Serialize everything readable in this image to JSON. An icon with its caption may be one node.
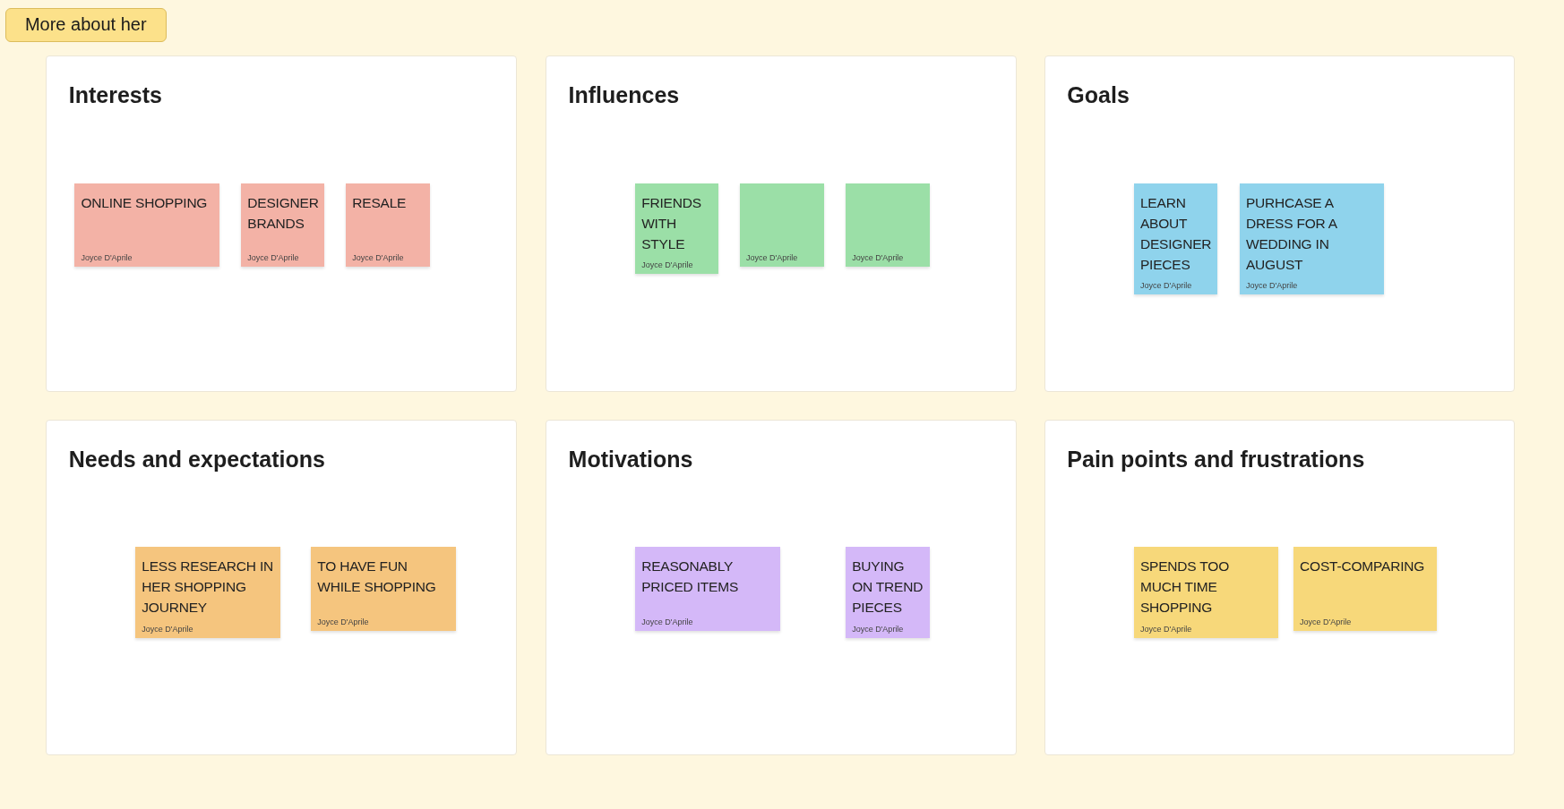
{
  "diagram": {
    "nodes": [
      {
        "text": [
          "More about her"
        ]
      },
      {
        "text": [
          "Interests"
        ]
      },
      {
        "text": [
          "ONLINE SHOPPING",
          "Joyce D'Aprile"
        ],
        "in": 1
      },
      {
        "text": [
          "DESIGNER BRANDS",
          "Joyce D'Aprile"
        ],
        "in": 1
      },
      {
        "text": [
          "RESALE",
          "Joyce D'Aprile"
        ],
        "in": 1
      },
      {
        "text": [
          "Influences"
        ]
      },
      {
        "text": [
          "FRIENDS WITH STYLE",
          "Joyce D'Aprile"
        ],
        "in": 5
      },
      {
        "text": [
          "Joyce D'Aprile"
        ],
        "in": 5
      },
      {
        "text": [
          "Joyce D'Aprile"
        ],
        "in": 5
      },
      {
        "text": [
          "Goals"
        ]
      },
      {
        "text": [
          "LEARN ABOUT DESIGNER PIECES",
          "Joyce D'Aprile"
        ],
        "in": 9
      },
      {
        "text": [
          "PURHCASE A DRESS FOR A WEDDING IN AUGUST",
          "Joyce D'Aprile"
        ],
        "in": 9
      },
      {
        "text": [
          "Needs and expectations"
        ]
      },
      {
        "text": [
          "LESS RESEARCH IN HER SHOPPING JOURNEY",
          "Joyce D'Aprile"
        ],
        "in": 12
      },
      {
        "text": [
          "TO HAVE FUN WHILE SHOPPING",
          "Joyce D'Aprile"
        ],
        "in": 12
      },
      {
        "text": [
          "Motivations"
        ]
      },
      {
        "text": [
          "REASONABLY PRICED ITEMS",
          "Joyce D'Aprile"
        ],
        "in": 15
      },
      {
        "text": [
          "BUYING ON TREND PIECES",
          "Joyce D'Aprile"
        ],
        "in": 15
      },
      {
        "text": [
          "Pain points and frustrations"
        ]
      },
      {
        "text": [
          "SPENDS TOO MUCH TIME SHOPPING",
          "Joyce D'Aprile"
        ],
        "in": 18
      },
      {
        "text": [
          "COST-COMPARING",
          "Joyce D'Aprile"
        ],
        "in": 18
      }
    ]
  }
}
